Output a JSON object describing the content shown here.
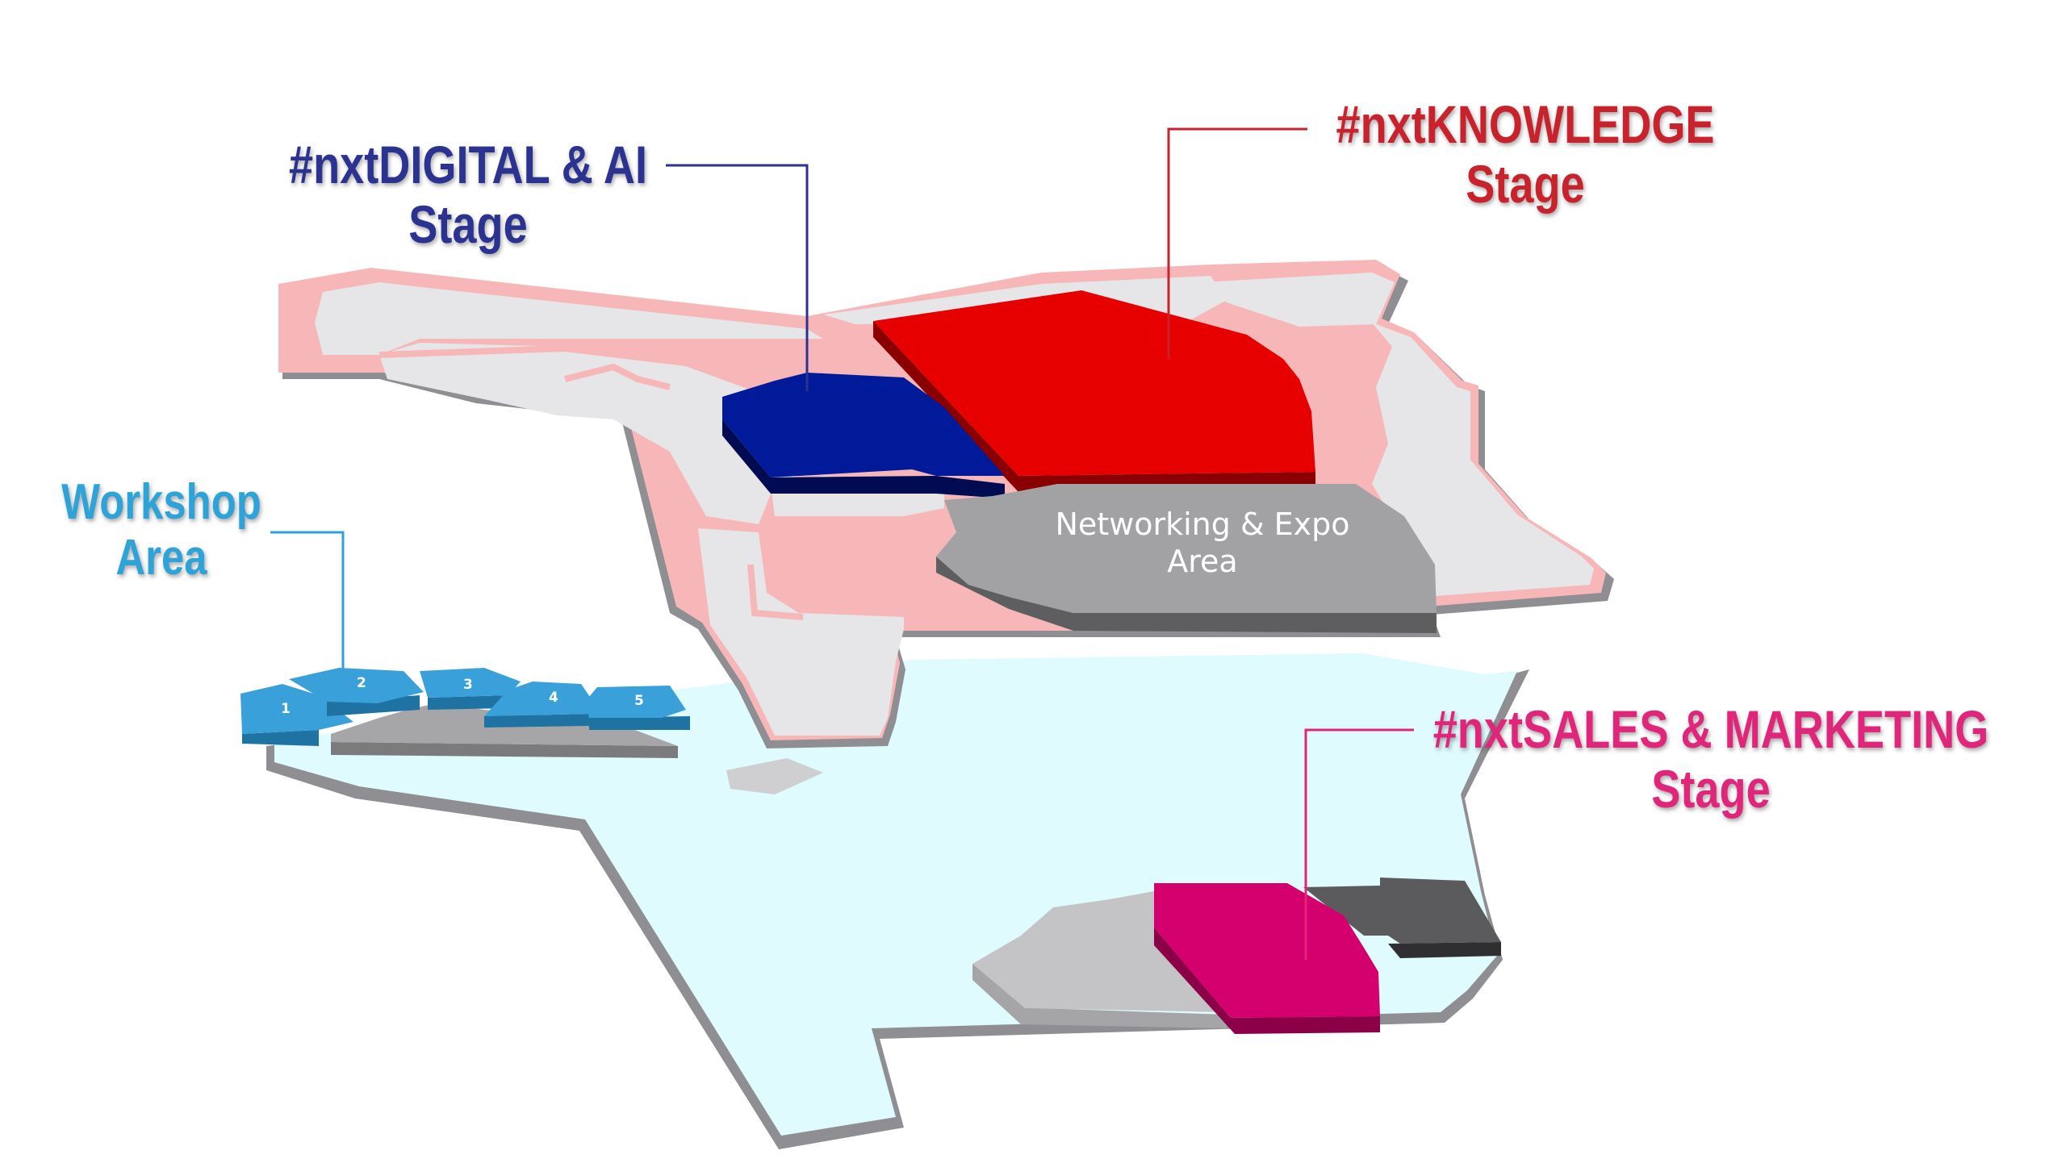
{
  "stages": {
    "digital": {
      "line1": "#nxtDIGITAL & AI",
      "line2": "Stage",
      "color": "#2b3290",
      "zone_color": "#001a99"
    },
    "knowledge": {
      "line1": "#nxtKNOWLEDGE",
      "line2": "Stage",
      "color": "#c8232c",
      "zone_color": "#e60000"
    },
    "sales": {
      "line1": "#nxtSALES & MARKETING",
      "line2": "Stage",
      "color": "#e0267a",
      "zone_color": "#d4006e"
    }
  },
  "workshop": {
    "line1": "Workshop",
    "line2": "Area",
    "color": "#2ea3d8",
    "rooms": [
      "1",
      "2",
      "3",
      "4",
      "5"
    ]
  },
  "expo": {
    "line1": "Networking & Expo",
    "line2": "Area"
  },
  "floor_colors": {
    "upper": "#e6e6e8",
    "upper_corridor": "#f7b7b9",
    "lower": "#e0fbfd",
    "outline": "#8f8f93"
  }
}
